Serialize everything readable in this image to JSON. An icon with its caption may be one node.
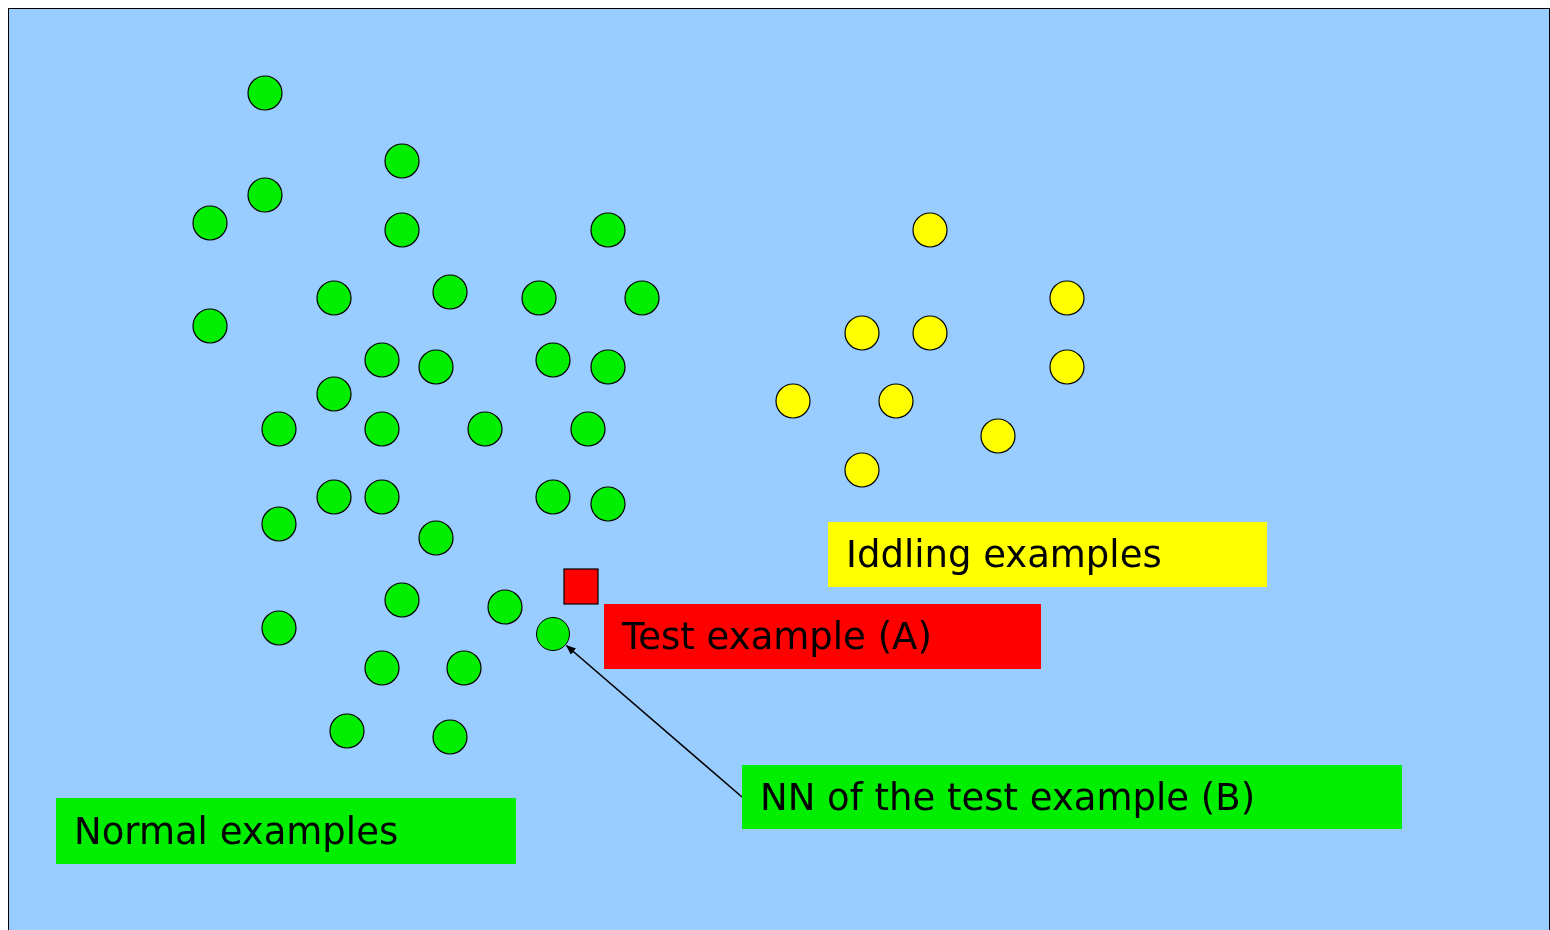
{
  "diagram": {
    "nodes": [
      {
        "text": [
          "Iddling examples"
        ]
      },
      {
        "text": [
          "Test example (A)"
        ]
      },
      {
        "text": [],
        "shape": "circle"
      },
      {
        "text": [
          "NN of the test example (B)"
        ]
      },
      {
        "text": [
          "Normal examples"
        ]
      }
    ],
    "edges": [
      {
        "from": 3,
        "to": 2,
        "arrow": "to"
      }
    ]
  }
}
